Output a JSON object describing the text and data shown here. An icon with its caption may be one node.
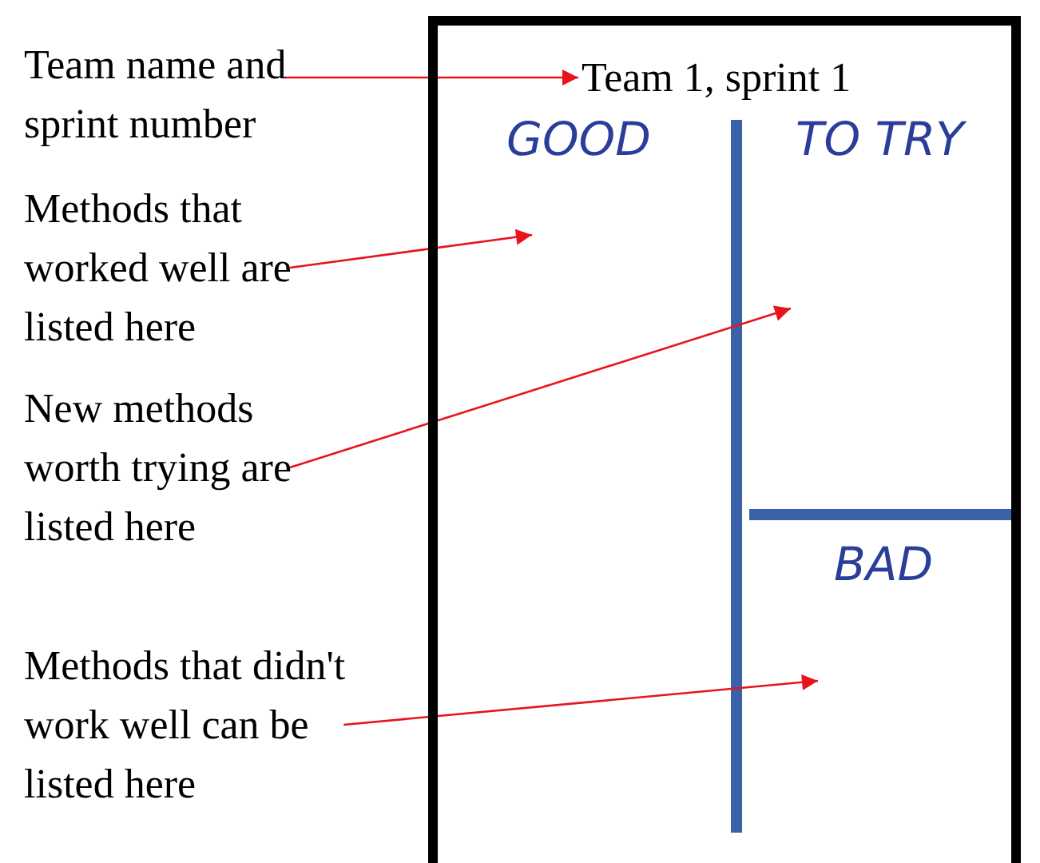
{
  "diagram": {
    "nodes": [
      {
        "text": [],
        "shape": "box"
      },
      {
        "text": [
          "Team 1, sprint 1"
        ],
        "in": 0
      },
      {
        "text": [
          "Team name and sprint number"
        ]
      },
      {
        "text": [
          "Methods that worked well are listed here"
        ]
      },
      {
        "text": [
          "New methods worth trying are listed here"
        ]
      },
      {
        "text": [
          "Methods that didn't work well can be listed here"
        ]
      }
    ],
    "edges": [
      {
        "from": 2,
        "to": 1,
        "arrow": "to"
      },
      {
        "from": 3,
        "to": null,
        "arrow": "to"
      },
      {
        "from": 4,
        "to": null,
        "arrow": "to"
      },
      {
        "from": 5,
        "to": null,
        "arrow": "to"
      }
    ],
    "labels": [
      "GOOD",
      "TO TRY",
      "BAD"
    ]
  }
}
